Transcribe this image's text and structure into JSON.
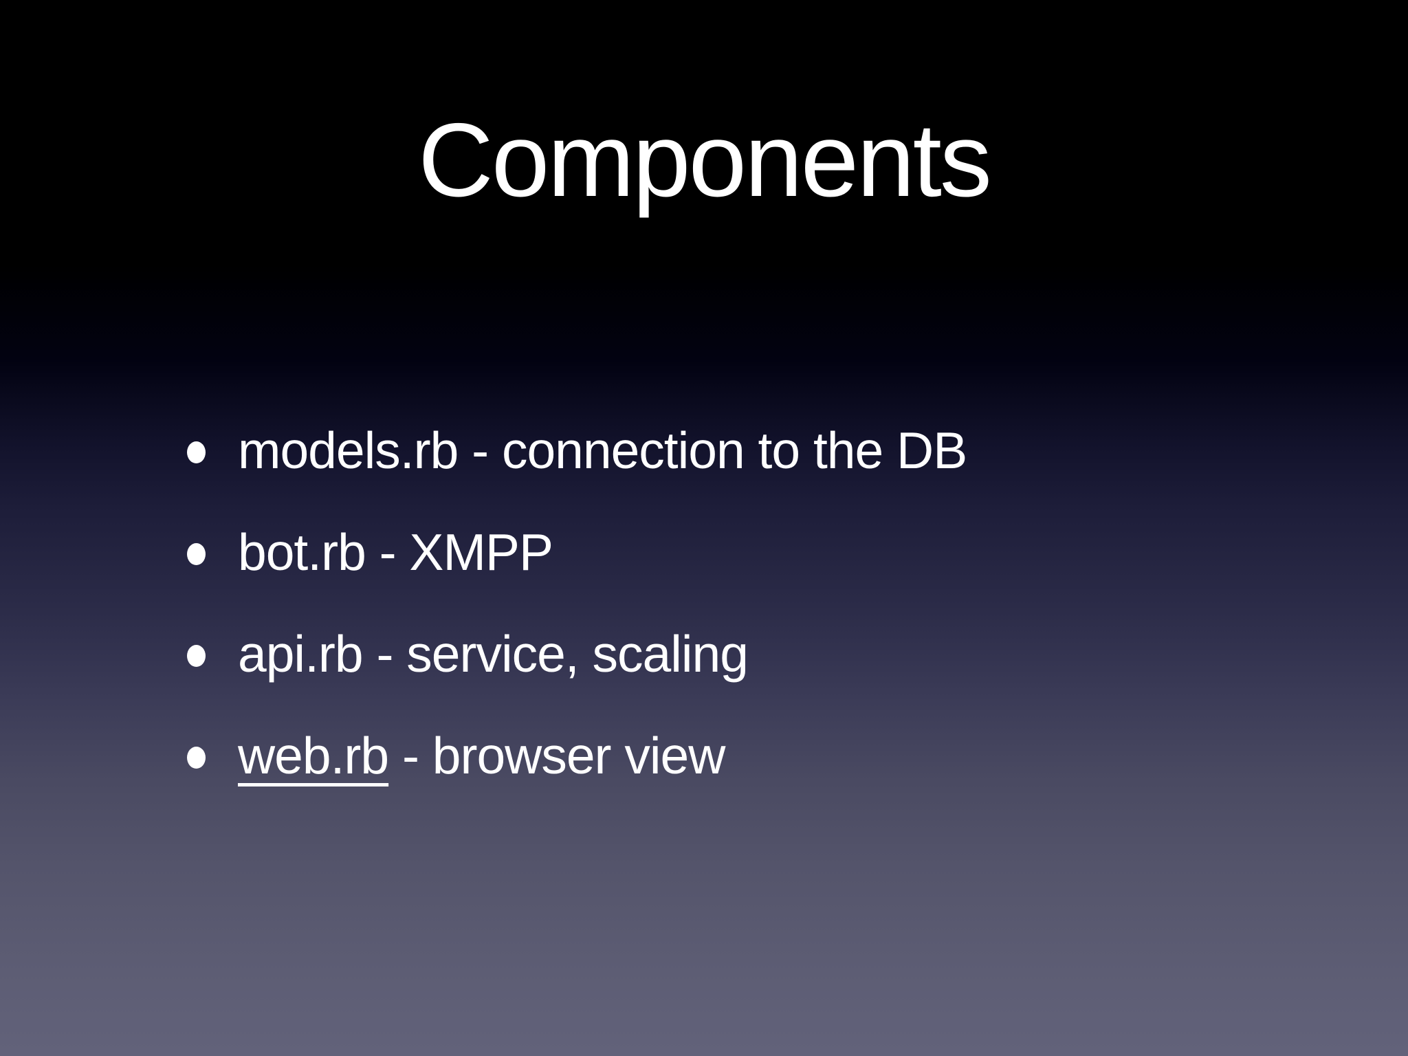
{
  "slide": {
    "title": "Components",
    "bullets": [
      {
        "text": "models.rb - connection to the DB"
      },
      {
        "text": "bot.rb - XMPP"
      },
      {
        "text": "api.rb - service, scaling"
      },
      {
        "link_text": "web.rb",
        "text_after": " - browser view"
      }
    ],
    "colors": {
      "text": "#ffffff",
      "background_top": "#000000",
      "background_middle": "#2c2c49",
      "background_bottom": "#62627a"
    }
  }
}
